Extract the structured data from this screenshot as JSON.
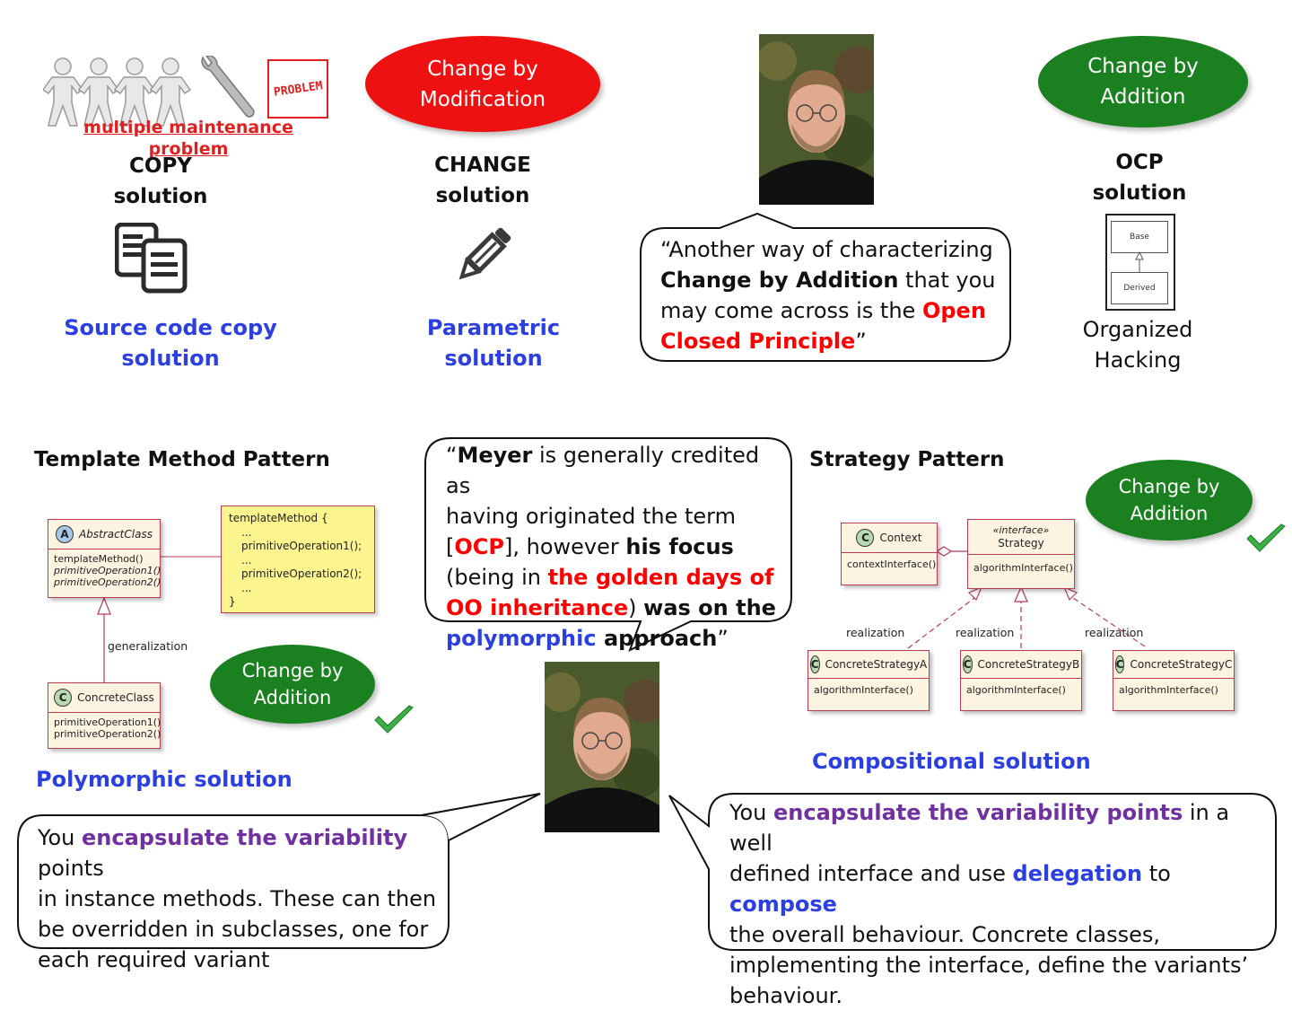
{
  "top": {
    "copy": {
      "problem_label": "PROBLEM",
      "maintenance": "multiple maintenance problem",
      "title_line1": "COPY",
      "title_line2": "solution",
      "desc_line1": "Source code copy",
      "desc_line2": "solution",
      "icon": "copy-icon"
    },
    "change": {
      "ellipse_line1": "Change by",
      "ellipse_line2": "Modification",
      "title_line1": "CHANGE",
      "title_line2": "solution",
      "desc_line1": "Parametric",
      "desc_line2": "solution",
      "icon": "pencil-icon"
    },
    "quote_ocp": {
      "open": "“Another way of characterizing",
      "bold": "Change by Addition",
      "mid1": " that you",
      "mid2": "may come across is the ",
      "red1": "Open",
      "red2": "Closed Principle",
      "close": "”"
    },
    "ocp": {
      "ellipse_line1": "Change by",
      "ellipse_line2": "Addition",
      "title_line1": "OCP",
      "title_line2": "solution",
      "base": "Base",
      "derived": "Derived",
      "desc_line1": "Organized",
      "desc_line2": "Hacking"
    }
  },
  "template": {
    "title": "Template Method Pattern",
    "abstract_class": "AbstractClass",
    "abstract_ops": [
      "templateMethod()",
      "primitiveOperation1()",
      "primitiveOperation2()"
    ],
    "note_lines": [
      "templateMethod {",
      "...",
      "primitiveOperation1();",
      "...",
      "primitiveOperation2();",
      "...",
      "}"
    ],
    "generalization": "generalization",
    "concrete_class": "ConcreteClass",
    "concrete_ops": [
      "primitiveOperation1()",
      "primitiveOperation2()"
    ],
    "ellipse_line1": "Change by",
    "ellipse_line2": "Addition",
    "solution": "Polymorphic solution",
    "bubble": {
      "p1": "You ",
      "purple": "encapsulate the variability",
      "p2": " points",
      "l2": "in instance methods. These can then",
      "l3": "be overridden in subclasses, one for",
      "l4": "each required variant"
    }
  },
  "meyer": {
    "q_open": "“",
    "meyer": "Meyer",
    "l1_rest": " is generally credited as",
    "l2": "having originated the term",
    "l3_open": "[",
    "ocp": "OCP",
    "l3_mid": "], however ",
    "his_focus": "his focus",
    "l4_open": "(being in ",
    "golden": "the golden days of",
    "oo": "OO inheritance",
    "l5_close": ") ",
    "was_on": "was on the",
    "poly": "polymorphic",
    "approach": " approach",
    "q_close": "”"
  },
  "strategy": {
    "title": "Strategy Pattern",
    "context": "Context",
    "context_op": "contextInterface()",
    "interface_stereo": "«interface»",
    "interface_name": "Strategy",
    "interface_op": "algorithmInterface()",
    "realization": [
      "realization",
      "realization",
      "realization"
    ],
    "concretes": [
      "ConcreteStrategyA",
      "ConcreteStrategyB",
      "ConcreteStrategyC"
    ],
    "concrete_op": "algorithmInterface()",
    "ellipse_line1": "Change by",
    "ellipse_line2": "Addition",
    "solution": "Compositional solution",
    "bubble": {
      "p1": "You ",
      "purple": "encapsulate the variability points",
      "p2": " in a well",
      "l2a": "defined interface and use ",
      "delegation": "delegation",
      "l2b": " to ",
      "compose": "compose",
      "l3": "the overall behaviour. Concrete classes,",
      "l4": "implementing the interface, define the variants’",
      "l5": "behaviour."
    }
  },
  "colors": {
    "blue": "#2c3fe0",
    "red": "#ff0000",
    "purple": "#7030a0",
    "green_ellipse": "#1a8020",
    "red_ellipse": "#ee1111",
    "check": "#3cb043"
  }
}
